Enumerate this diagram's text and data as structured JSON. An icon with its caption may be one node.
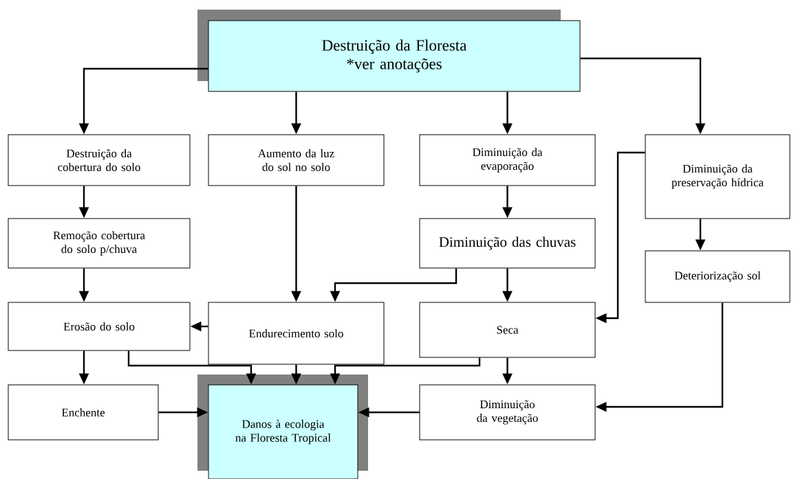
{
  "diagram": {
    "nodes": [
      {
        "text": [
          "Destruição da Floresta",
          "*ver anotações"
        ]
      },
      {
        "text": [
          "Destruição da cobertura do solo"
        ]
      },
      {
        "text": [
          "Aumento da luz do sol no solo"
        ]
      },
      {
        "text": [
          "Diminuição da evaporação"
        ]
      },
      {
        "text": [
          "Diminuição da preservação hídrica"
        ]
      },
      {
        "text": [
          "Remoção cobertura do solo p/chuva"
        ]
      },
      {
        "text": [
          "Diminuição das chuvas"
        ]
      },
      {
        "text": [
          "Deteriorização sol"
        ]
      },
      {
        "text": [
          "Erosão do solo"
        ]
      },
      {
        "text": [
          "Endurecimento solo"
        ]
      },
      {
        "text": [
          "Seca"
        ]
      },
      {
        "text": [
          "Enchente"
        ]
      },
      {
        "text": [
          "Danos à ecologia na Floresta Tropical"
        ]
      },
      {
        "text": [
          "Diminuição da vegetação"
        ]
      }
    ],
    "edges": [
      {
        "from": 0,
        "to": 1,
        "arrow": "to"
      },
      {
        "from": 0,
        "to": 2,
        "arrow": "to"
      },
      {
        "from": 0,
        "to": 3,
        "arrow": "to"
      },
      {
        "from": 0,
        "to": 4,
        "arrow": "to"
      },
      {
        "from": 1,
        "to": 5,
        "arrow": "to"
      },
      {
        "from": 5,
        "to": 8,
        "arrow": "to"
      },
      {
        "from": 3,
        "to": 6,
        "arrow": "to"
      },
      {
        "from": 2,
        "to": 9,
        "arrow": "to"
      },
      {
        "from": 6,
        "to": 9,
        "arrow": "to"
      },
      {
        "from": 6,
        "to": 10,
        "arrow": "to"
      },
      {
        "from": 4,
        "to": 7,
        "arrow": "to"
      },
      {
        "from": 4,
        "to": 10,
        "arrow": "to"
      },
      {
        "from": 9,
        "to": 8,
        "arrow": "to"
      },
      {
        "from": 8,
        "to": 11,
        "arrow": "to"
      },
      {
        "from": 8,
        "to": 12,
        "arrow": "to"
      },
      {
        "from": 9,
        "to": 12,
        "arrow": "to"
      },
      {
        "from": 10,
        "to": 12,
        "arrow": "to"
      },
      {
        "from": 10,
        "to": 13,
        "arrow": "to"
      },
      {
        "from": 11,
        "to": 12,
        "arrow": "to"
      },
      {
        "from": 13,
        "to": 12,
        "arrow": "to"
      },
      {
        "from": 7,
        "to": 13,
        "arrow": "to"
      }
    ]
  }
}
